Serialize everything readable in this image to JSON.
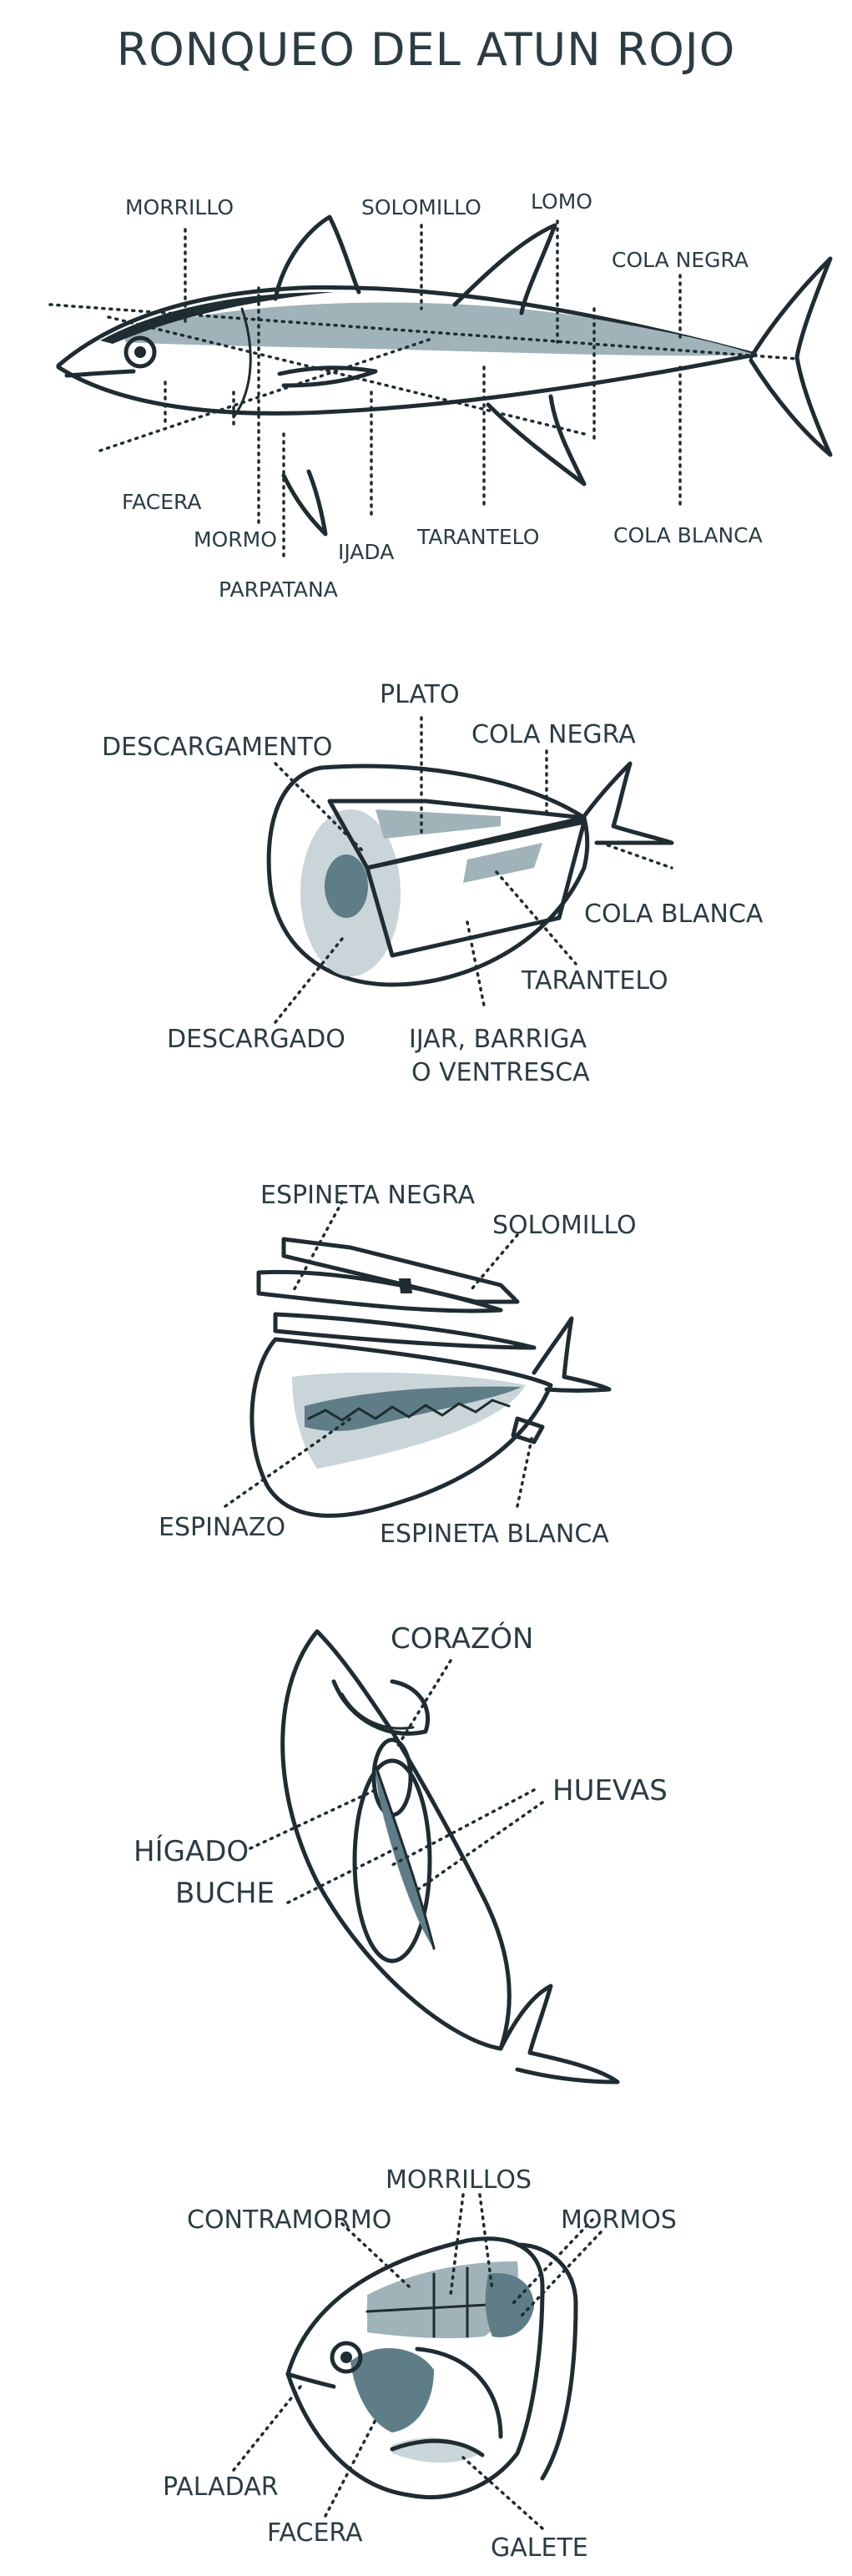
{
  "title": "RONQUEO DEL ATUN ROJO",
  "panels": {
    "whole_fish": {
      "labels": {
        "morrillo": "MORRILLO",
        "solomillo": "SOLOMILLO",
        "lomo": "LOMO",
        "cola_negra": "COLA NEGRA",
        "facera": "FACERA",
        "mormo": "MORMO",
        "parpatana": "PARPATANA",
        "ijada": "IJADA",
        "tarantelo": "TARANTELO",
        "cola_blanca": "COLA BLANCA"
      }
    },
    "cut_body": {
      "labels": {
        "plato": "PLATO",
        "cola_negra": "COLA NEGRA",
        "descargamento": "DESCARGAMENTO",
        "cola_blanca": "COLA BLANCA",
        "tarantelo": "TARANTELO",
        "descargado": "DESCARGADO",
        "ijar_line1": "IJAR, BARRIGA",
        "ijar_line2": "O VENTRESCA"
      }
    },
    "spine": {
      "labels": {
        "espineta_negra": "ESPINETA NEGRA",
        "solomillo": "SOLOMILLO",
        "espinazo": "ESPINAZO",
        "espineta_blanca": "ESPINETA BLANCA"
      }
    },
    "organs": {
      "labels": {
        "corazon": "CORAZÓN",
        "huevas": "HUEVAS",
        "higado": "HÍGADO",
        "buche": "BUCHE"
      }
    },
    "head": {
      "labels": {
        "morrillos": "MORRILLOS",
        "contramormo": "CONTRAMORMO",
        "mormos": "MORMOS",
        "paladar": "PALADAR",
        "facera": "FACERA",
        "galete": "GALETE"
      }
    }
  },
  "colors": {
    "outline": "#1f2c31",
    "dark_fill": "#5e7d86",
    "mid_fill": "#9fb3b9",
    "light_fill": "#c9d5d8",
    "text": "#2b3c43"
  }
}
